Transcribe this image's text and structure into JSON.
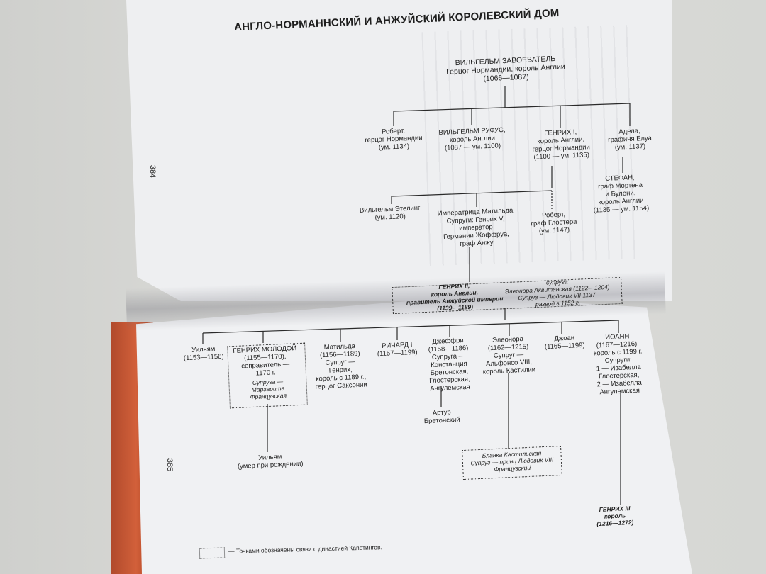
{
  "title": "АНГЛО-НОРМАННСКИЙ И АНЖУЙСКИЙ КОРОЛЕВСКИЙ ДОМ",
  "page_numbers": {
    "left": "384",
    "right": "385"
  },
  "nodes": {
    "william_conqueror": "ВИЛЬГЕЛЬМ ЗАВОЕВАТЕЛЬ\nГерцог Нормандии, король Англии\n(1066—1087)",
    "robert": "Роберт,\nгерцог Нормандии\n(ум. 1134)",
    "william_rufus": "ВИЛЬГЕЛЬМ РУФУС,\nкороль Англии\n(1087 — ум. 1100)",
    "henry1": "ГЕНРИХ I,\nкороль Англии,\nгерцог Нормандии\n(1100 — ум. 1135)",
    "adela": "Адела,\nграфиня Блуа\n(ум. 1137)",
    "stephen": "СТЕФАН,\nграф Мортена\nи Булони,\nкороль Англии\n(1135 — ум. 1154)",
    "william_aetheling": "Вильгельм Этелинг\n(ум. 1120)",
    "matilda_empress": "Императрица Матильда\nСупруги: Генрих V,\nимператор\nГермании Жоффруа,\nграф Анжу",
    "robert_gloucester": "Роберт,\nграф Глостера\n(ум. 1147)",
    "henry2": "ГЕНРИХ II,\nкороль Англии,\nправитель Анжуйской империи\n(1139—1189)",
    "henry2_spouse": "супруга\nЭлеонора Аквитанская (1122—1204)\nСупруг — Людовик VII 1137,\nразвод в 1152 г.",
    "william_1153": "Уильям\n(1153—1156)",
    "henry_young": "ГЕНРИХ МОЛОДОЙ\n(1155—1170),\nсоправитель —\n1170 г.",
    "henry_young_spouse": "Супруга —\nМаргарита\nФранцузская",
    "matilda_1156": "Матильда\n(1156—1189)\nСупруг —\nГенрих,\nкороль с 1189 г.,\nгерцог Саксонии",
    "richard1": "РИЧАРД I\n(1157—1199)",
    "geoffrey": "Джеффри\n(1158—1186)\nСупруга —\nКонстанция\nБретонская,\nГлостерская,\nАнгулемская",
    "eleanor": "Элеонора\n(1162—1215)\nСупруг —\nАльфонсо VIII,\nкороль Кастилии",
    "joan": "Джоан\n(1165—1199)",
    "john": "ИОАНН\n(1167—1216),\nкороль с 1199 г.\nСупруги:\n1 — Изабелла\nГлостерская,\n2 — Изабелла\nАнгулемская",
    "william_stillborn": "Уильям\n(умер при рождении)",
    "arthur": "Артур\nБретонский",
    "blanca": "Бланка Кастильская\nСупруг — принц Людовик VIII\nФранцузский",
    "henry3": "ГЕНРИХ III\nкороль\n(1216—1272)"
  },
  "legend": "— Точками обозначены связи с династией Капетингов."
}
